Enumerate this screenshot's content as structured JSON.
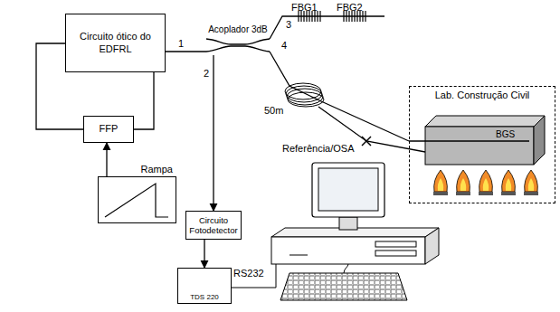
{
  "diagram": {
    "nodes": [
      {
        "text": [
          "Circuito ótico do EDFRL"
        ]
      },
      {
        "text": [
          "FFP"
        ]
      },
      {
        "text": [
          "Rampa"
        ]
      },
      {
        "text": [
          "Acoplador 3dB"
        ]
      },
      {
        "text": [
          "Circuito Fotodetector"
        ]
      },
      {
        "text": [
          "TDS 220"
        ]
      },
      {
        "text": [
          "Lab. Construção Civil"
        ]
      }
    ],
    "edges": [
      {
        "from": 0,
        "to": 1,
        "arrow": "none"
      },
      {
        "from": 1,
        "to": 0,
        "arrow": "none"
      },
      {
        "from": 2,
        "to": 1,
        "arrow": "to"
      },
      {
        "from": 0,
        "to": 3,
        "label": "1",
        "arrow": "none"
      },
      {
        "from": 3,
        "to": 4,
        "label": "2",
        "arrow": "to"
      },
      {
        "from": 3,
        "to": 6,
        "label": "4",
        "arrow": "none"
      },
      {
        "from": 4,
        "to": 5,
        "arrow": "to"
      }
    ],
    "labels": [
      "3",
      "FBG1",
      "FBG2",
      "50m",
      "Referência/OSA",
      "BGS",
      "RS232"
    ]
  }
}
